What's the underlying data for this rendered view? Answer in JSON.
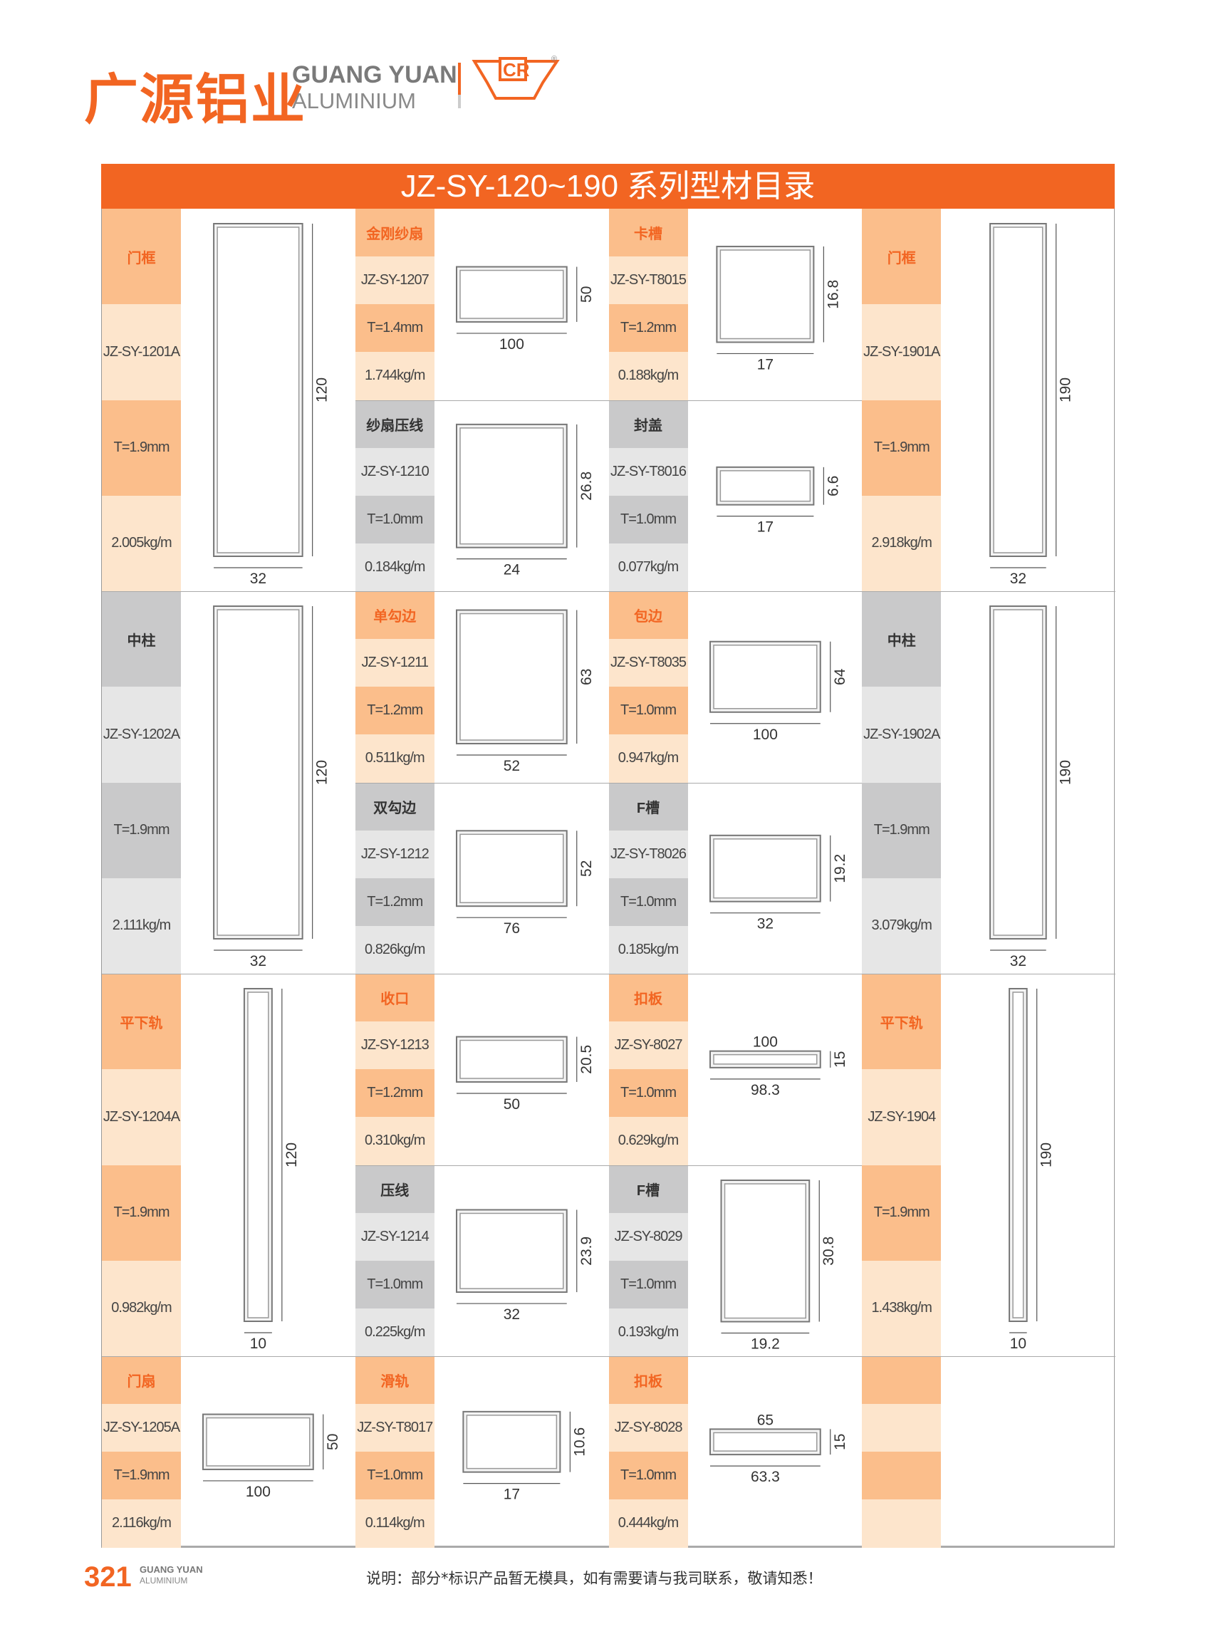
{
  "header": {
    "brand_cn": "广源铝业",
    "brand_en": "GUANG YUAN",
    "brand_sub": "ALUMINIUM",
    "logo_text": "CR",
    "registered": "®"
  },
  "title": "JZ-SY-120~190 系列型材目录",
  "colors": {
    "accent": "#f26522",
    "orange_dark": "#fbbe8b",
    "orange_light": "#fde5cc",
    "gray_dark": "#c9c9ca",
    "gray_light": "#e6e6e6"
  },
  "grid": {
    "columns": [
      {
        "items": [
          {
            "name": "门框",
            "code": "JZ-SY-1201A",
            "t": "T=1.9mm",
            "weight": "2.005kg/m",
            "theme": "orange",
            "w": "32",
            "h": "120",
            "wv": 32,
            "hv": 120
          },
          {
            "name": "中柱",
            "code": "JZ-SY-1202A",
            "t": "T=1.9mm",
            "weight": "2.111kg/m",
            "theme": "gray",
            "w": "32",
            "h": "120",
            "wv": 32,
            "hv": 120
          },
          {
            "name": "平下轨",
            "code": "JZ-SY-1204A",
            "t": "T=1.9mm",
            "weight": "0.982kg/m",
            "theme": "orange",
            "w": "10",
            "h": "120",
            "wv": 10,
            "hv": 120
          },
          {
            "name": "门扇",
            "code": "JZ-SY-1205A",
            "t": "T=1.9mm",
            "weight": "2.116kg/m",
            "theme": "orange",
            "w": "100",
            "h": "50",
            "wv": 100,
            "hv": 50
          }
        ]
      },
      {
        "items": [
          {
            "name": "金刚纱扇",
            "code": "JZ-SY-1207",
            "t": "T=1.4mm",
            "weight": "1.744kg/m",
            "theme": "orange",
            "w": "100",
            "h": "50",
            "wv": 100,
            "hv": 50
          },
          {
            "name": "纱扇压线",
            "code": "JZ-SY-1210",
            "t": "T=1.0mm",
            "weight": "0.184kg/m",
            "theme": "gray",
            "w": "24",
            "h": "26.8",
            "wv": 24,
            "hv": 26.8
          },
          {
            "name": "单勾边",
            "code": "JZ-SY-1211",
            "t": "T=1.2mm",
            "weight": "0.511kg/m",
            "theme": "orange",
            "w": "52",
            "h": "63",
            "wv": 52,
            "hv": 63
          },
          {
            "name": "双勾边",
            "code": "JZ-SY-1212",
            "t": "T=1.2mm",
            "weight": "0.826kg/m",
            "theme": "gray",
            "w": "76",
            "h": "52",
            "wv": 76,
            "hv": 52
          },
          {
            "name": "收口",
            "code": "JZ-SY-1213",
            "t": "T=1.2mm",
            "weight": "0.310kg/m",
            "theme": "orange",
            "w": "50",
            "h": "20.5",
            "wv": 50,
            "hv": 20.5
          },
          {
            "name": "压线",
            "code": "JZ-SY-1214",
            "t": "T=1.0mm",
            "weight": "0.225kg/m",
            "theme": "gray",
            "w": "32",
            "h": "23.9",
            "wv": 32,
            "hv": 23.9
          },
          {
            "name": "滑轨",
            "code": "JZ-SY-T8017",
            "t": "T=1.0mm",
            "weight": "0.114kg/m",
            "theme": "orange",
            "w": "17",
            "h": "10.6",
            "wv": 17,
            "hv": 10.6
          }
        ]
      },
      {
        "items": [
          {
            "name": "卡槽",
            "code": "JZ-SY-T8015",
            "t": "T=1.2mm",
            "weight": "0.188kg/m",
            "theme": "orange",
            "w": "17",
            "h": "16.8",
            "wv": 17,
            "hv": 16.8
          },
          {
            "name": "封盖",
            "code": "JZ-SY-T8016",
            "t": "T=1.0mm",
            "weight": "0.077kg/m",
            "theme": "gray",
            "w": "17",
            "h": "6.6",
            "wv": 17,
            "hv": 6.6
          },
          {
            "name": "包边",
            "code": "JZ-SY-T8035",
            "t": "T=1.0mm",
            "weight": "0.947kg/m",
            "theme": "orange",
            "w": "100",
            "h": "64",
            "wv": 100,
            "hv": 64
          },
          {
            "name": "F槽",
            "code": "JZ-SY-T8026",
            "t": "T=1.0mm",
            "weight": "0.185kg/m",
            "theme": "gray",
            "w": "32",
            "h": "19.2",
            "wv": 32,
            "hv": 19.2
          },
          {
            "name": "扣板",
            "code": "JZ-SY-8027",
            "t": "T=1.0mm",
            "weight": "0.629kg/m",
            "theme": "orange",
            "w": "100",
            "w2": "98.3",
            "h": "15",
            "wv": 100,
            "hv": 15
          },
          {
            "name": "F槽",
            "code": "JZ-SY-8029",
            "t": "T=1.0mm",
            "weight": "0.193kg/m",
            "theme": "gray",
            "w": "19.2",
            "h": "30.8",
            "wv": 19.2,
            "hv": 30.8
          },
          {
            "name": "扣板",
            "code": "JZ-SY-8028",
            "t": "T=1.0mm",
            "weight": "0.444kg/m",
            "theme": "orange",
            "w": "65",
            "w2": "63.3",
            "h": "15",
            "wv": 65,
            "hv": 15
          }
        ]
      },
      {
        "items": [
          {
            "name": "门框",
            "code": "JZ-SY-1901A",
            "t": "T=1.9mm",
            "weight": "2.918kg/m",
            "theme": "orange",
            "w": "32",
            "h": "190",
            "wv": 32,
            "hv": 190
          },
          {
            "name": "中柱",
            "code": "JZ-SY-1902A",
            "t": "T=1.9mm",
            "weight": "3.079kg/m",
            "theme": "gray",
            "w": "32",
            "h": "190",
            "wv": 32,
            "hv": 190
          },
          {
            "name": "平下轨",
            "code": "JZ-SY-1904",
            "t": "T=1.9mm",
            "weight": "1.438kg/m",
            "theme": "orange",
            "w": "10",
            "h": "190",
            "wv": 10,
            "hv": 190
          },
          {
            "empty": true,
            "theme": "orange"
          }
        ]
      }
    ]
  },
  "footer": {
    "page": "321",
    "brand_en": "GUANG YUAN",
    "brand_sub": "ALUMINIUM",
    "note": "说明：部分*标识产品暂无模具，如有需要请与我司联系，敬请知悉！"
  }
}
